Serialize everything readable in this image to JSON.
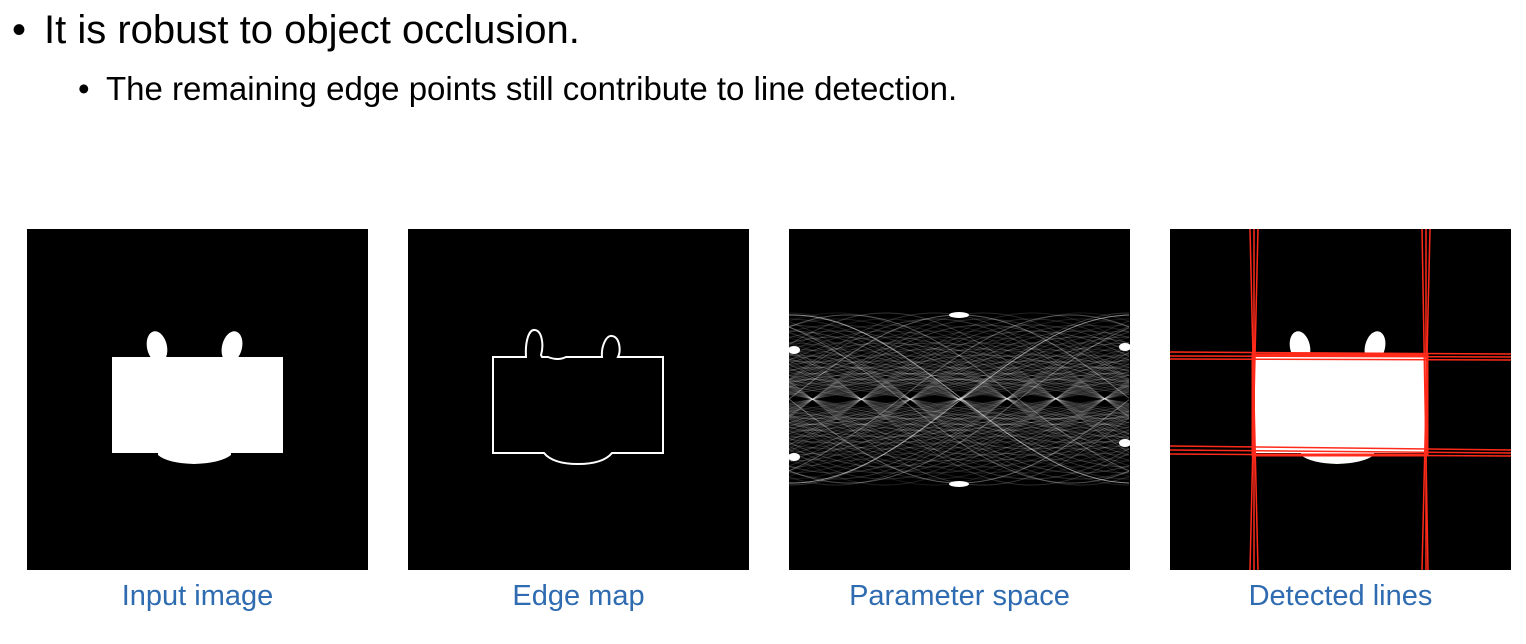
{
  "bullets": {
    "level1": {
      "symbol": "•",
      "text": "It is robust to object occlusion."
    },
    "level2": {
      "symbol": "•",
      "text": "The remaining edge points still contribute to line detection."
    }
  },
  "figures": [
    {
      "caption": "Input image"
    },
    {
      "caption": "Edge map"
    },
    {
      "caption": "Parameter space"
    },
    {
      "caption": "Detected lines"
    }
  ],
  "colors": {
    "caption": "#2e6bb0",
    "detected_line": "#ff2a1a",
    "background": "#000000",
    "shape": "#ffffff"
  }
}
